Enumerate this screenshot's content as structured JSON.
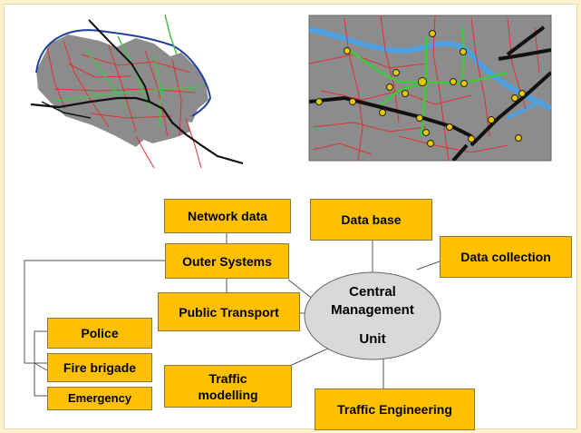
{
  "diagram": {
    "nodes": {
      "network_data": "Network data",
      "outer_systems": "Outer Systems",
      "public_transport": "Public Transport",
      "police": "Police",
      "fire_brigade": "Fire brigade",
      "emergency": "Emergency",
      "traffic_modelling": "Traffic modelling",
      "data_base": "Data base",
      "data_collection": "Data collection",
      "traffic_engineering": "Traffic Engineering",
      "central_line1": "Central",
      "central_line2": "Management",
      "central_line3": "Unit"
    },
    "colors": {
      "box_fill": "#FFC000",
      "ellipse_fill": "#D9D9D9",
      "slide_border": "#FFF2CC",
      "road_red": "#E03030",
      "road_green": "#4CC04C",
      "road_black": "#111111",
      "river_blue": "#2040A0",
      "map_gray": "#8C8C8C"
    }
  },
  "maps": {
    "left_map": "city-network-map",
    "right_map": "intersection-detail-map"
  }
}
